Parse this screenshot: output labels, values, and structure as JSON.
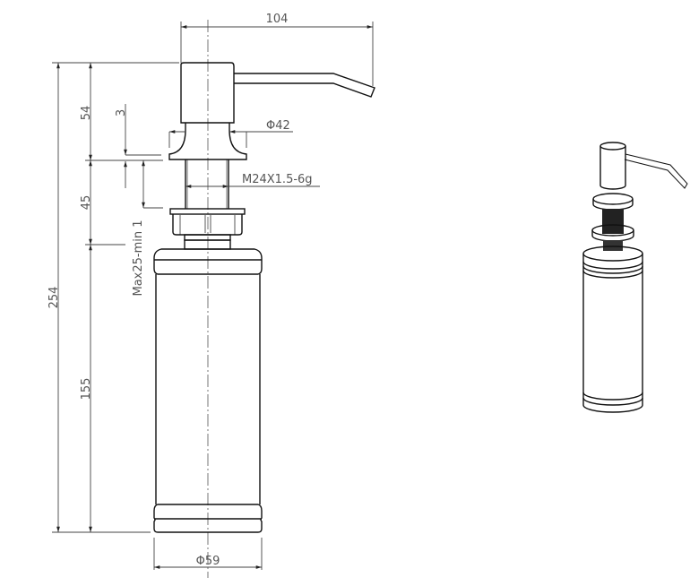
{
  "drawing": {
    "dimensions": {
      "spout_reach": "104",
      "total_height": "254",
      "pump_head_height": "54",
      "flange_thickness": "3",
      "thread_length": "45",
      "bottle_height": "155",
      "mounting_range": "Max25-min 1",
      "flange_diameter": "Φ42",
      "thread_spec": "M24X1.5-6g",
      "bottle_diameter": "Φ59"
    }
  }
}
